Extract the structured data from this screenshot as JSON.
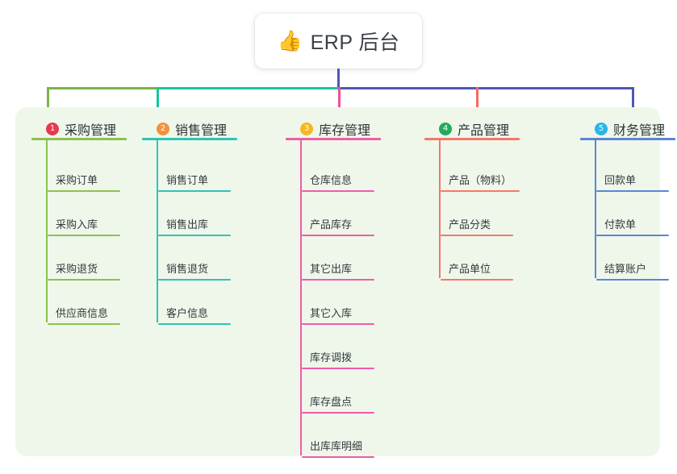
{
  "root": {
    "icon": "thumbs-up-icon",
    "icon_glyph": "👍",
    "title": "ERP 后台"
  },
  "theme": {
    "panel_background": "#eff7ea",
    "page_background": "#ffffff",
    "root_connector_color": "#4f56b8",
    "text_color": "#34393f"
  },
  "connector_bar": {
    "segments": [
      {
        "name": "green-segment",
        "color": "#7cb342"
      },
      {
        "name": "teal-segment",
        "color": "#16c79a"
      },
      {
        "name": "indigo-segment",
        "color": "#4f56b8"
      }
    ],
    "drops": [
      {
        "name": "drop-1",
        "color": "#7cb342"
      },
      {
        "name": "drop-2",
        "color": "#16c79a"
      },
      {
        "name": "drop-3",
        "color": "#ee4f94"
      },
      {
        "name": "drop-4",
        "color": "#f9685e"
      },
      {
        "name": "drop-5",
        "color": "#4f56b8"
      }
    ]
  },
  "columns": [
    {
      "number": "1",
      "badge_color": "#e8384f",
      "line_color": "#8cc152",
      "title": "采购管理",
      "items": [
        {
          "label": "采购订单"
        },
        {
          "label": "采购入库"
        },
        {
          "label": "采购退货"
        },
        {
          "label": "供应商信息"
        }
      ]
    },
    {
      "number": "2",
      "badge_color": "#f2913d",
      "line_color": "#2ec4b6",
      "title": "销售管理",
      "items": [
        {
          "label": "销售订单"
        },
        {
          "label": "销售出库"
        },
        {
          "label": "销售退货"
        },
        {
          "label": "客户信息"
        }
      ]
    },
    {
      "number": "3",
      "badge_color": "#f5b722",
      "line_color": "#ef5da8",
      "title": "库存管理",
      "items": [
        {
          "label": "仓库信息"
        },
        {
          "label": "产品库存"
        },
        {
          "label": "其它出库"
        },
        {
          "label": "其它入库"
        },
        {
          "label": "库存调拨"
        },
        {
          "label": "库存盘点"
        },
        {
          "label": "出库库明细"
        }
      ]
    },
    {
      "number": "4",
      "badge_color": "#22ab5c",
      "line_color": "#f4786b",
      "title": "产品管理",
      "items": [
        {
          "label": "产品（物料）"
        },
        {
          "label": "产品分类"
        },
        {
          "label": "产品单位"
        }
      ]
    },
    {
      "number": "5",
      "badge_color": "#29b6e8",
      "line_color": "#5b86d6",
      "title": "财务管理",
      "items": [
        {
          "label": "回款单"
        },
        {
          "label": "付款单"
        },
        {
          "label": "结算账户"
        }
      ]
    }
  ]
}
